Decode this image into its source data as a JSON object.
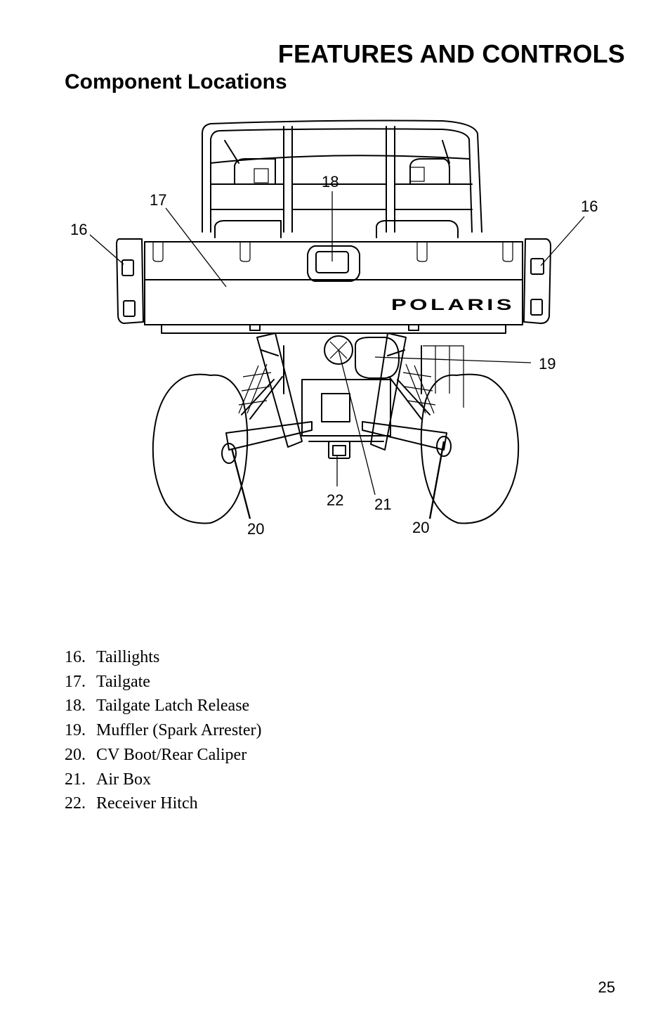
{
  "header": {
    "section_title": "FEATURES AND CONTROLS",
    "subtitle": "Component Locations"
  },
  "figure": {
    "callouts": {
      "taillight_left": "16",
      "taillight_right": "16",
      "tailgate": "17",
      "latch_release": "18",
      "muffler": "19",
      "cv_boot_left": "20",
      "cv_boot_right": "20",
      "air_box": "21",
      "receiver_hitch": "22"
    },
    "logo_text": "POLARIS"
  },
  "legend": [
    {
      "number": "16.",
      "label": "Taillights"
    },
    {
      "number": "17.",
      "label": "Tailgate"
    },
    {
      "number": "18.",
      "label": "Tailgate Latch Release"
    },
    {
      "number": "19.",
      "label": "Muffler (Spark Arrester)"
    },
    {
      "number": "20.",
      "label": "CV Boot/Rear Caliper"
    },
    {
      "number": "21.",
      "label": "Air Box"
    },
    {
      "number": "22.",
      "label": "Receiver Hitch"
    }
  ],
  "footer": {
    "page_number": "25"
  }
}
